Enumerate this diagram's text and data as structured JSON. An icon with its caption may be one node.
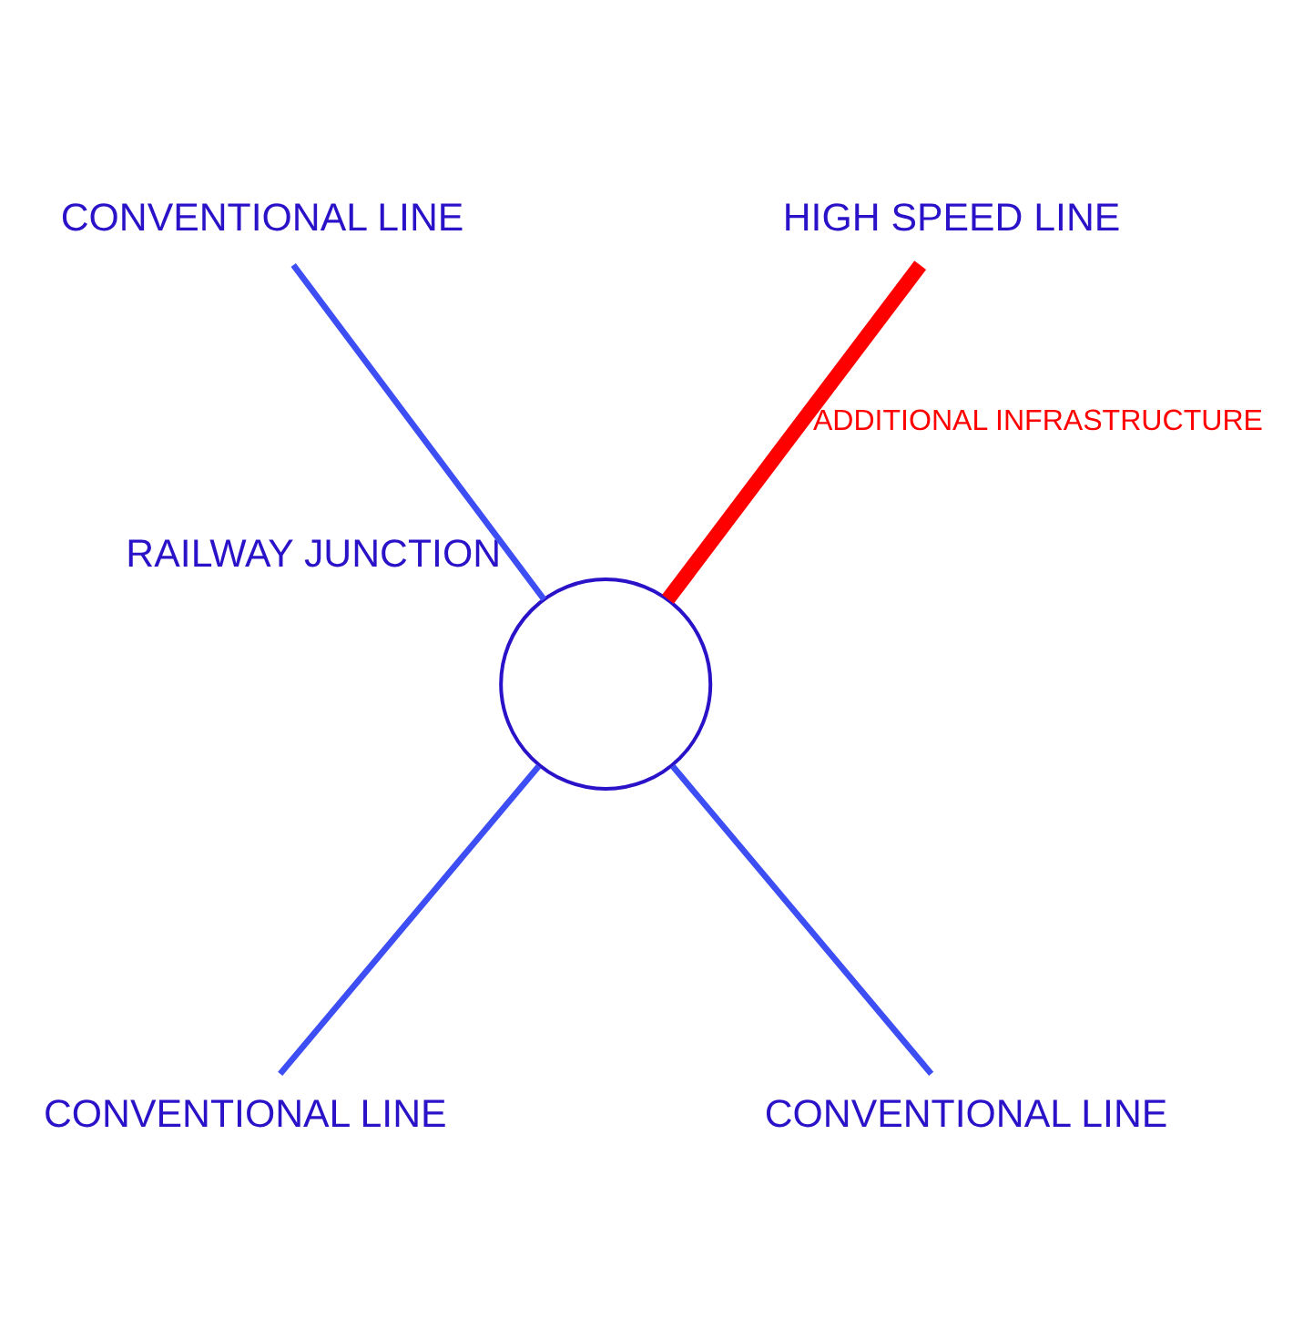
{
  "diagram": {
    "nodes": [
      {
        "text": [
          "CONVENTIONAL LINE"
        ]
      },
      {
        "text": [
          "HIGH SPEED LINE"
        ]
      },
      {
        "text": [],
        "shape": "circle",
        "beside": [
          "RAILWAY JUNCTION"
        ]
      },
      {
        "text": [
          "CONVENTIONAL LINE"
        ]
      },
      {
        "text": [
          "CONVENTIONAL LINE"
        ]
      }
    ],
    "edges": [
      {
        "from": 0,
        "to": 2,
        "arrow": "none"
      },
      {
        "from": 1,
        "to": 2,
        "arrow": "none",
        "label": "ADDITIONAL INFRASTRUCTURE",
        "style": "thick",
        "color": "#ff0000"
      },
      {
        "from": 2,
        "to": 3,
        "arrow": "none"
      },
      {
        "from": 2,
        "to": 4,
        "arrow": "none"
      }
    ]
  }
}
